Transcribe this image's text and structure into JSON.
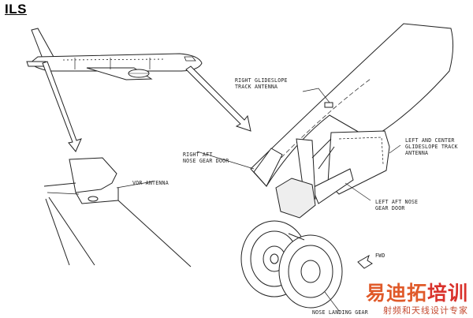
{
  "title": "ILS",
  "labels": {
    "right_glideslope": "RIGHT GLIDESLOPE\nTRACK ANTENNA",
    "left_center_glideslope": "LEFT AND CENTER\nGLIDESLOPE TRACK\nANTENNA",
    "right_aft_door": "RIGHT AFT\nNOSE GEAR DOOR",
    "vor_antenna": "VOR ANTENNA",
    "left_aft_door": "LEFT AFT NOSE\nGEAR DOOR",
    "fwd": "FWD",
    "nose_landing_gear": "NOSE LANDING GEAR"
  },
  "watermark": {
    "part1": "易迪拓",
    "part2": "培训",
    "sub": "射频和天线设计专家"
  }
}
